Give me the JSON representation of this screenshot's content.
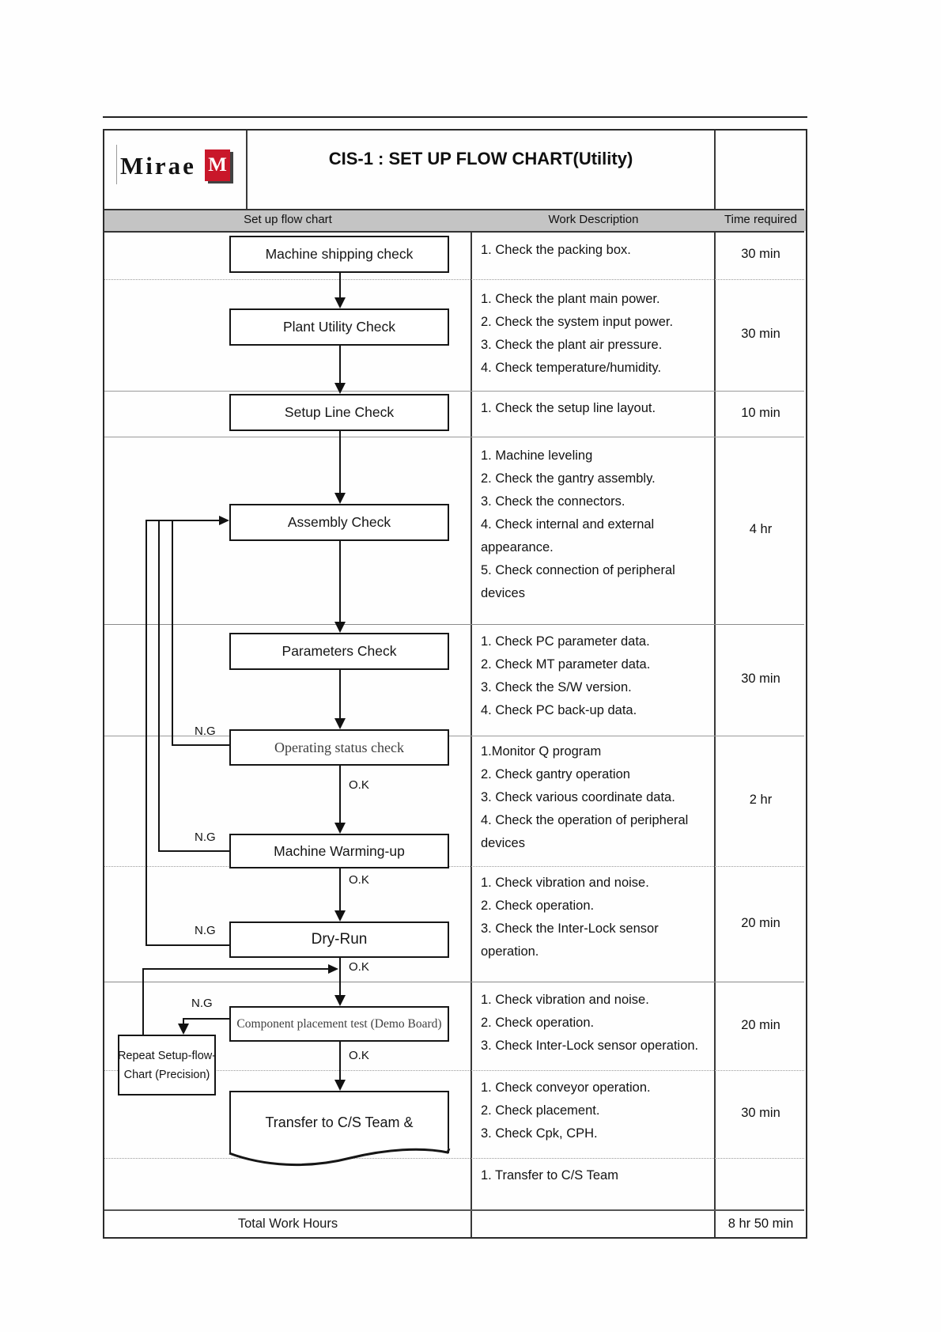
{
  "colors": {
    "header_band": "#c4c4c4",
    "logo_red": "#c9172a",
    "ink": "#1a1a1a"
  },
  "header": {
    "logo_text": "Mirae",
    "logo_glyph": "M",
    "title": "CIS-1 : SET UP FLOW CHART(Utility)"
  },
  "columns": {
    "flow": "Set up flow chart",
    "work": "Work Description",
    "time": "Time required"
  },
  "flowchart": {
    "labels": {
      "ng": "N.G",
      "ok": "O.K"
    },
    "boxes": {
      "shipping": "Machine shipping check",
      "plant_utility": "Plant Utility Check",
      "setup_line": "Setup Line Check",
      "assembly": "Assembly Check",
      "parameters": "Parameters Check",
      "operating_status": "Operating status check",
      "warming_up": "Machine Warming-up",
      "dry_run": "Dry-Run",
      "component_test": "Component placement test (Demo Board)",
      "transfer": "Transfer to C/S Team &"
    },
    "repeat_box": {
      "line1": "Repeat Setup-flow-",
      "line2": "Chart (Precision)"
    }
  },
  "work_rows": [
    {
      "lines": [
        "1. Check the packing box."
      ],
      "time": "30 min"
    },
    {
      "lines": [
        "1. Check the plant main power.",
        "2. Check the system input power.",
        "3. Check the plant air pressure.",
        "4. Check temperature/humidity."
      ],
      "time": "30 min"
    },
    {
      "lines": [
        "1. Check the setup line layout."
      ],
      "time": "10 min"
    },
    {
      "lines": [
        "1. Machine leveling",
        "2. Check the gantry assembly.",
        "3. Check the connectors.",
        "4. Check internal and external",
        "appearance.",
        "5. Check connection of peripheral",
        "devices"
      ],
      "time": "4 hr"
    },
    {
      "lines": [
        "1. Check PC parameter data.",
        "2. Check MT parameter data.",
        "3. Check the S/W version.",
        "4. Check PC back-up data."
      ],
      "time": "30 min"
    },
    {
      "lines": [
        "1.Monitor Q program",
        "2. Check gantry operation",
        "3. Check various coordinate data.",
        "4. Check the operation of  peripheral",
        "devices"
      ],
      "time": "2 hr"
    },
    {
      "lines": [
        "1. Check vibration and noise.",
        "2. Check operation.",
        "3. Check the Inter-Lock sensor",
        "operation."
      ],
      "time": "20 min"
    },
    {
      "lines": [
        "1. Check vibration and noise.",
        "2. Check operation.",
        "3. Check Inter-Lock sensor operation."
      ],
      "time": "20 min"
    },
    {
      "lines": [
        "1. Check conveyor operation.",
        "2. Check placement.",
        "3. Check Cpk, CPH."
      ],
      "time": "30 min"
    },
    {
      "lines": [
        "1. Transfer to C/S Team"
      ],
      "time": ""
    }
  ],
  "footer": {
    "label": "Total Work Hours",
    "time": "8 hr 50 min"
  }
}
